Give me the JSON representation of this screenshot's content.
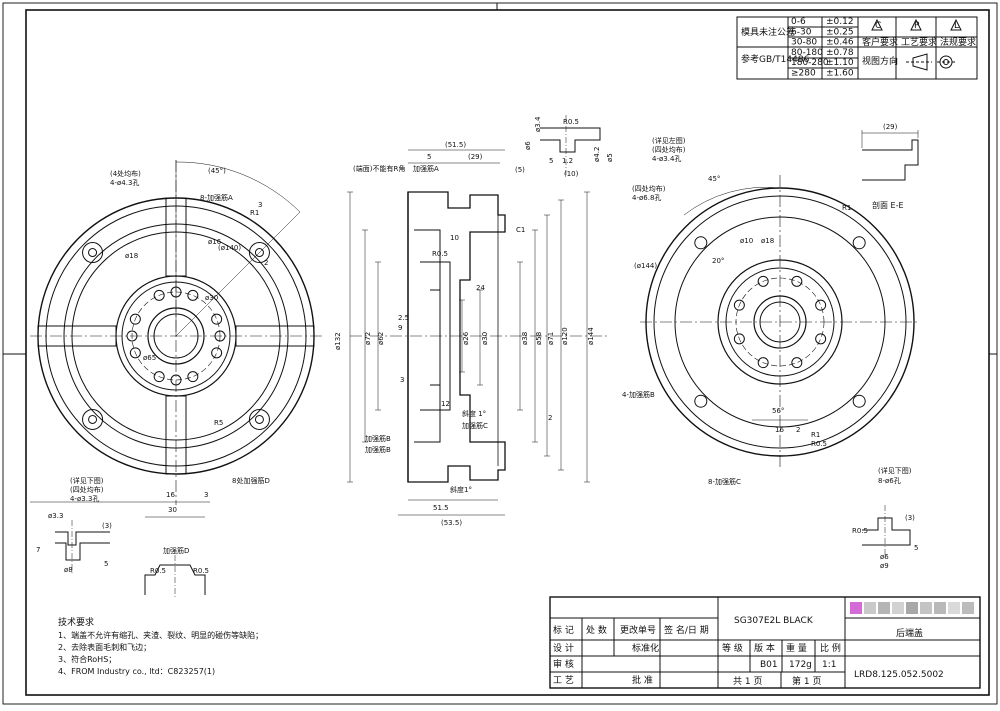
{
  "tolerance_table": {
    "label_left_1": "模具未注公差",
    "label_left_2": "参考GB/T14486",
    "rows": [
      {
        "range": "0-6",
        "tol": "±0.12"
      },
      {
        "range": "6-30",
        "tol": "±0.25"
      },
      {
        "range": "30-80",
        "tol": "±0.46"
      },
      {
        "range": "80-180",
        "tol": "±0.78"
      },
      {
        "range": "180-280",
        "tol": "±1.10"
      },
      {
        "range": "≥280",
        "tol": "±1.60"
      }
    ],
    "req_customer": "客户要求",
    "req_process": "工艺要求",
    "req_law": "法规要求",
    "view_direction": "视图方向"
  },
  "tech_requirements": {
    "title": "技术要求",
    "items": [
      "1、端盖不允许有缩孔、夹渣、裂纹、明显的碰伤等缺陷；",
      "2、去除表面毛刺和飞边；",
      "3、符合RoHS；",
      "4、FROM Industry co., ltd：C823257(1)"
    ]
  },
  "title_block": {
    "part_name_code": "SG307E2L BLACK",
    "part_name": "后端盖",
    "drawing_no": "LRD8.125.052.5002",
    "labels": {
      "mark": "标 记",
      "count": "处 数",
      "change_doc": "更改单号",
      "sign_date": "签 名/日 期",
      "design": "设 计",
      "standardize": "标准化",
      "check": "审 核",
      "process": "工 艺",
      "approve": "批 准",
      "grade": "等 级",
      "version": "版 本",
      "weight": "重 量",
      "scale": "比 例",
      "sheets_total": "共 1 页",
      "sheet_no": "第 1 页"
    },
    "version_value": "B01",
    "weight_value": "172g",
    "scale_value": "1:1"
  },
  "left_view": {
    "note_4x": "(4处均布)",
    "note_4_43": "4-ø4.3孔",
    "angle_45": "(45°)",
    "rib_a": "8-加强筋A",
    "note_see_below": "(详见下图)",
    "note_4x_b": "(四处均布)",
    "note_4_33": "4-ø3.3孔",
    "rib_d": "8处加强筋D",
    "dim_16": "16",
    "dim_3": "3",
    "dim_30": "30",
    "dim_r5": "R5",
    "dim_d16": "ø16",
    "dim_d140": "(ø140)",
    "dim_d30": "ø30",
    "dim_d65": "ø65",
    "dim_d18": "ø18",
    "dim_r1": "R1",
    "dim_3b": "3",
    "dim_2": "2"
  },
  "detail_small": {
    "d33": "ø3.3",
    "d8": "ø8",
    "dim_7": "7",
    "dim_5": "5",
    "dim_3p": "(3)",
    "rib_d_label": "加强筋D",
    "r05": "R0.5",
    "r05b": "R0.5"
  },
  "section_view": {
    "dim_515": "(51.5)",
    "dim_5": "5",
    "dim_29": "(29)",
    "dim_5p": "(5)",
    "note_top": "(端面)不能有R角",
    "rib_a": "加强筋A",
    "dim_10": "10",
    "dim_24": "24",
    "dim_25": "2.5",
    "dim_9": "9",
    "d132": "ø132",
    "d72": "ø72",
    "d62": "ø62",
    "d26": "ø26",
    "d30": "ø30",
    "d38": "ø38",
    "d58": "ø58",
    "d71": "ø71",
    "d120": "ø120",
    "d144": "ø144",
    "dim_12": "12",
    "slope": "斜度 1°",
    "rib_c": "加强筋C",
    "rib_b": "加强筋B",
    "rib_b2": "加强筋B",
    "slope2": "斜度1°",
    "bottom_515": "51.5",
    "bottom_535": "(53.5)",
    "r05": "R0.5",
    "c1": "C1",
    "dim_2": "2",
    "dim_3": "3"
  },
  "detail_top": {
    "d34": "ø3.4",
    "d6": "ø6",
    "r05": "R0.5",
    "dim_12": "1.2",
    "dim_5": "5",
    "dim_10": "(10)",
    "d42": "ø4.2",
    "d5": "ø5"
  },
  "right_view": {
    "see_left": "(详见左图)",
    "four_x": "(四处均布)",
    "note_4_34": "4-ø3.4孔",
    "four_x_b": "(四处均布)",
    "note_4_68": "4-ø6.8孔",
    "angle_45": "45°",
    "d144": "(ø144)",
    "d10": "ø10",
    "d18": "ø18",
    "rib_4": "4-加强筋B",
    "angle_56": "56°",
    "rib_8c": "8-加强筋C",
    "see_below": "(详见下图)",
    "note_8_6": "8-ø6孔",
    "dim_16": "16",
    "dim_2": "2",
    "dim_r1": "R1",
    "dim_r05": "R0.5",
    "angle_20": "20°"
  },
  "section_ee": {
    "dim_29": "(29)",
    "label": "剖面 E-E",
    "r1": "R1"
  },
  "detail_right": {
    "r05": "R0.5",
    "d6": "ø6",
    "d9": "ø9",
    "dim_3": "(3)",
    "dim_5": "5"
  }
}
